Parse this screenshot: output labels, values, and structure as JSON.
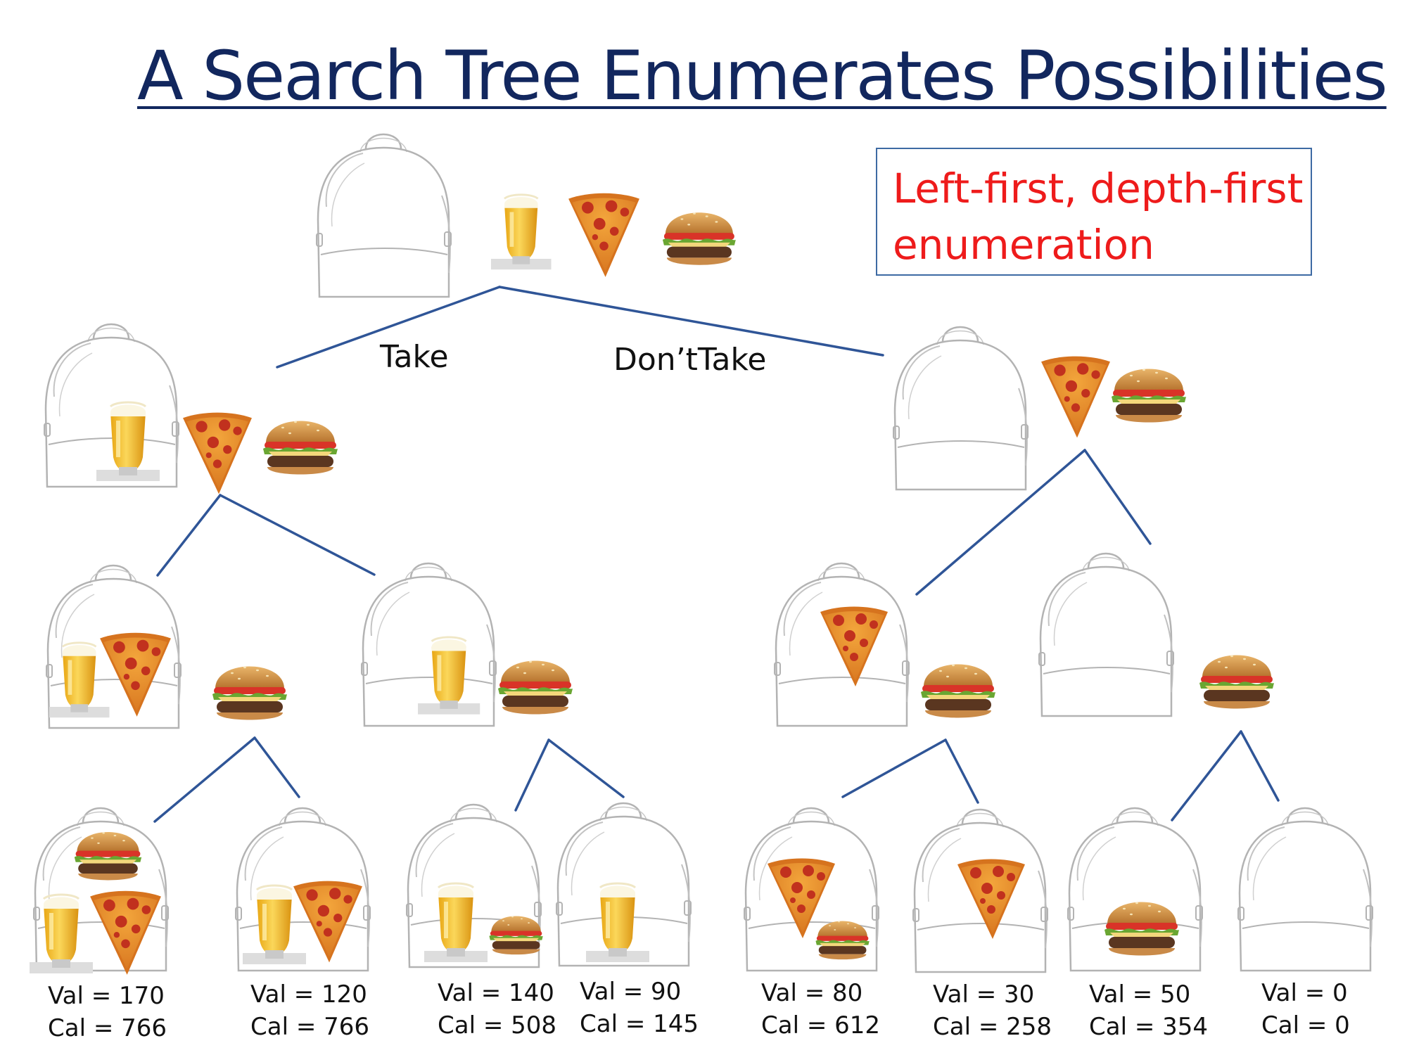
{
  "title": "A Search Tree Enumerates Possibilities",
  "note": {
    "line1": "Left-first, depth-first",
    "line2": "enumeration"
  },
  "edge_labels": {
    "take": "Take",
    "dont_take": "Don’tTake"
  },
  "colors": {
    "title": "#12275e",
    "note_text": "#ee1b1b",
    "note_border": "#3d6aa3",
    "edges": "#2f5597"
  },
  "items": [
    "beer",
    "pizza",
    "burger"
  ],
  "nodes": [
    {
      "id": "root",
      "in_pack": [],
      "remaining": [
        "beer",
        "pizza",
        "burger"
      ]
    },
    {
      "id": "take-beer",
      "in_pack": [
        "beer"
      ],
      "remaining": [
        "pizza",
        "burger"
      ]
    },
    {
      "id": "skip-beer",
      "in_pack": [],
      "remaining": [
        "pizza",
        "burger"
      ]
    },
    {
      "id": "beer-pizza",
      "in_pack": [
        "beer",
        "pizza"
      ],
      "remaining": [
        "burger"
      ]
    },
    {
      "id": "beer-only",
      "in_pack": [
        "beer"
      ],
      "remaining": [
        "burger"
      ]
    },
    {
      "id": "pizza-only",
      "in_pack": [
        "pizza"
      ],
      "remaining": [
        "burger"
      ]
    },
    {
      "id": "none",
      "in_pack": [],
      "remaining": [
        "burger"
      ]
    }
  ],
  "leaves": [
    {
      "in_pack": [
        "burger",
        "beer",
        "pizza"
      ],
      "val": "Val = 170",
      "cal": "Cal = 766"
    },
    {
      "in_pack": [
        "beer",
        "pizza"
      ],
      "val": "Val = 120",
      "cal": "Cal = 766"
    },
    {
      "in_pack": [
        "beer",
        "burger"
      ],
      "val": "Val = 140",
      "cal": "Cal = 508"
    },
    {
      "in_pack": [
        "beer"
      ],
      "val": "Val = 90",
      "cal": "Cal = 145"
    },
    {
      "in_pack": [
        "pizza",
        "burger"
      ],
      "val": "Val = 80",
      "cal": "Cal = 612"
    },
    {
      "in_pack": [
        "pizza"
      ],
      "val": "Val = 30",
      "cal": "Cal = 258"
    },
    {
      "in_pack": [
        "burger"
      ],
      "val": "Val = 50",
      "cal": "Cal = 354"
    },
    {
      "in_pack": [],
      "val": "Val = 0",
      "cal": "Cal = 0"
    }
  ]
}
